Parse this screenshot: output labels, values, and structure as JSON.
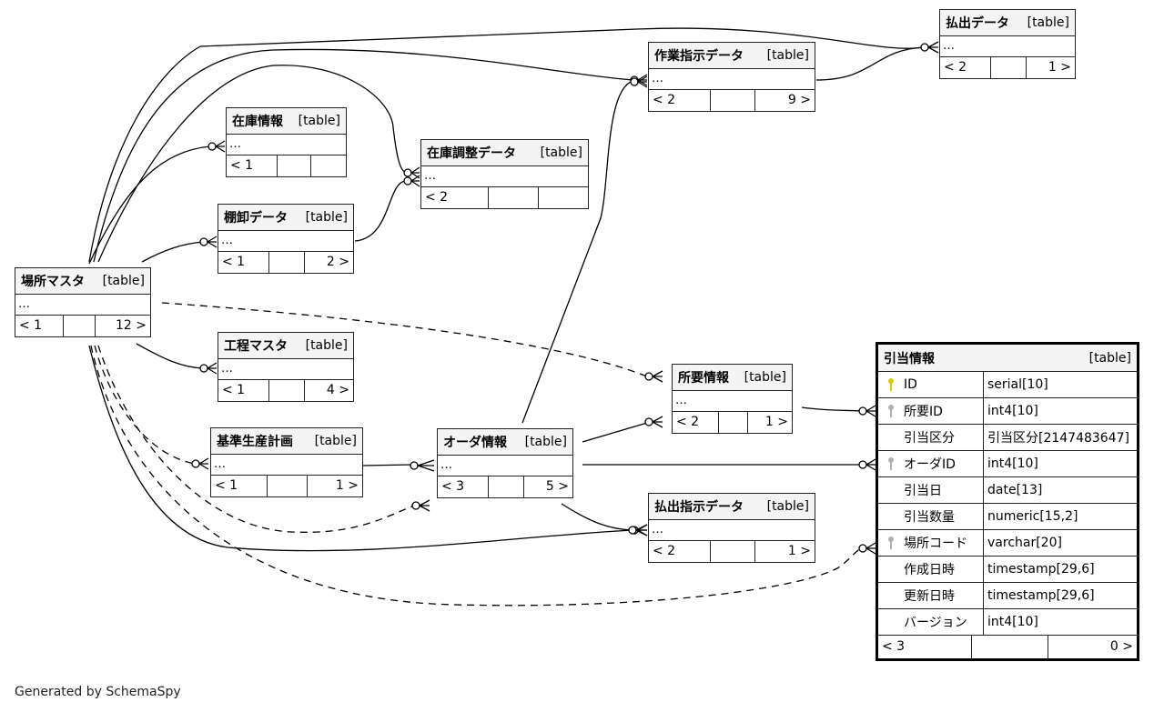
{
  "diagram": {
    "footer": "Generated by SchemaSpy",
    "table_tag": "[table]",
    "ellipsis": "…",
    "tables": [
      {
        "id": "basho",
        "name": "場所マスタ",
        "parents": "< 1",
        "children": "12 >"
      },
      {
        "id": "zaiko",
        "name": "在庫情報",
        "parents": "< 1",
        "children": ""
      },
      {
        "id": "tanaoroshi",
        "name": "棚卸データ",
        "parents": "< 1",
        "children": "2 >"
      },
      {
        "id": "zaikochosei",
        "name": "在庫調整データ",
        "parents": "< 2",
        "children": ""
      },
      {
        "id": "sagyoshiji",
        "name": "作業指示データ",
        "parents": "< 2",
        "children": "9 >"
      },
      {
        "id": "haraidashi",
        "name": "払出データ",
        "parents": "< 2",
        "children": "1 >"
      },
      {
        "id": "kotei",
        "name": "工程マスタ",
        "parents": "< 1",
        "children": "4 >"
      },
      {
        "id": "kijun",
        "name": "基準生産計画",
        "parents": "< 1",
        "children": "1 >"
      },
      {
        "id": "order",
        "name": "オーダ情報",
        "parents": "< 3",
        "children": "5 >"
      },
      {
        "id": "shoyo",
        "name": "所要情報",
        "parents": "< 2",
        "children": "1 >"
      },
      {
        "id": "haraidashishiji",
        "name": "払出指示データ",
        "parents": "< 2",
        "children": "1 >"
      }
    ],
    "focus_table": {
      "name": "引当情報",
      "tag": "[table]",
      "parents": "< 3",
      "children": "0 >",
      "columns": [
        {
          "name": "ID",
          "type": "serial[10]",
          "key": "primary"
        },
        {
          "name": "所要ID",
          "type": "int4[10]",
          "key": "foreign"
        },
        {
          "name": "引当区分",
          "type": "引当区分[2147483647]",
          "key": ""
        },
        {
          "name": "オーダID",
          "type": "int4[10]",
          "key": "foreign"
        },
        {
          "name": "引当日",
          "type": "date[13]",
          "key": ""
        },
        {
          "name": "引当数量",
          "type": "numeric[15,2]",
          "key": ""
        },
        {
          "name": "場所コード",
          "type": "varchar[20]",
          "key": "foreign"
        },
        {
          "name": "作成日時",
          "type": "timestamp[29,6]",
          "key": ""
        },
        {
          "name": "更新日時",
          "type": "timestamp[29,6]",
          "key": ""
        },
        {
          "name": "バージョン",
          "type": "int4[10]",
          "key": ""
        }
      ]
    },
    "colors": {
      "primary_key": "#d4cc00",
      "foreign_key": "#b0b0b0",
      "line": "#000000",
      "header_bg": "#f4f4f4"
    }
  }
}
